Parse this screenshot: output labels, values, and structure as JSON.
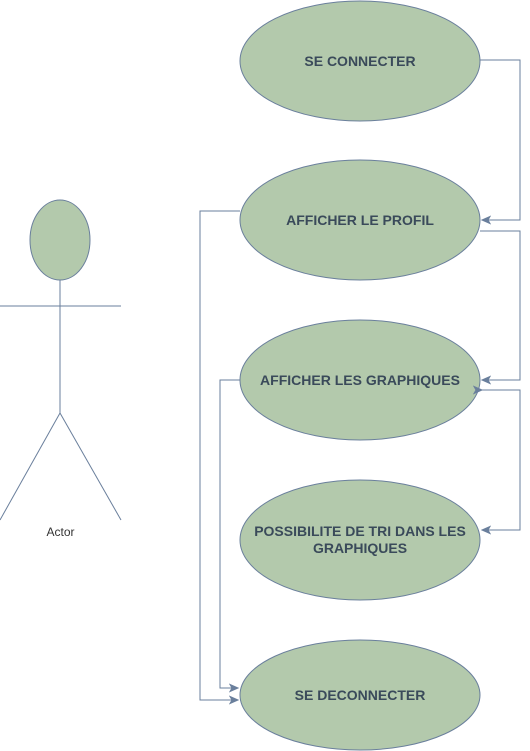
{
  "colors": {
    "ellipse_fill": "#b3c9ac",
    "stroke": "#6a7f9c",
    "label_text": "#3a4a5a",
    "actor_text": "#333333"
  },
  "actor": {
    "label": "Actor"
  },
  "use_cases": {
    "se_connecter": "SE CONNECTER",
    "afficher_profil": "AFFICHER LE PROFIL",
    "afficher_graphiques": "AFFICHER LES GRAPHIQUES",
    "tri_graphiques": "POSSIBILITE DE TRI DANS LES GRAPHIQUES",
    "se_deconnecter": "SE DECONNECTER"
  }
}
